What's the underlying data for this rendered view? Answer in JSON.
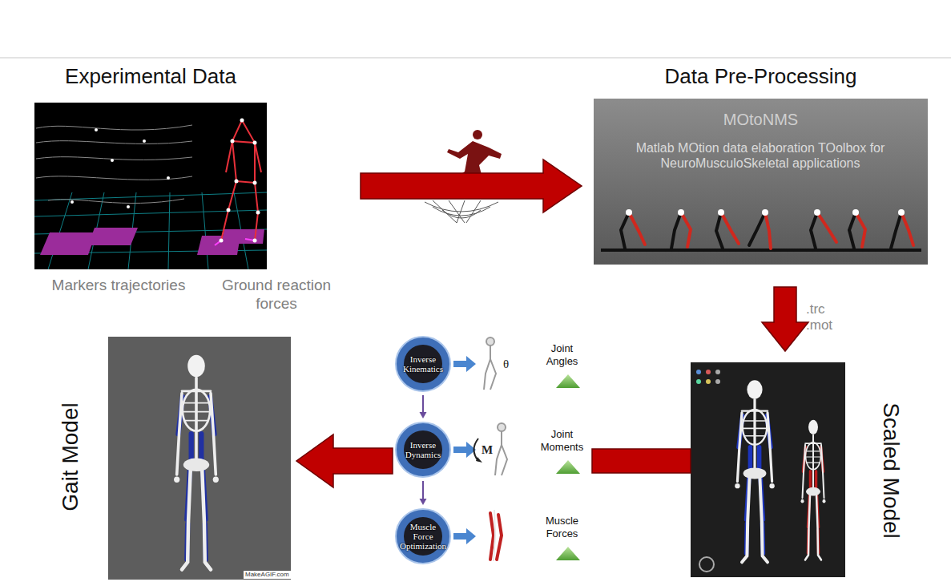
{
  "diagram": {
    "nodes": [
      {
        "text": [
          "Experimental Data",
          "Markers trajectories",
          "Ground reaction forces"
        ]
      },
      {
        "text": [
          "Data Pre-Processing",
          "MOtoNMS",
          "Matlab MOtion data elaboration TOolbox for NeuroMusculoSkeletal applications"
        ]
      },
      {
        "text": [
          "Scaled Model"
        ]
      },
      {
        "text": [
          "Inverse Kinematics",
          "Joint Angles"
        ]
      },
      {
        "text": [
          "Inverse Dynamics",
          "Joint Moments"
        ]
      },
      {
        "text": [
          "Muscle Force Optimization",
          "Muscle Forces"
        ]
      },
      {
        "text": [
          "Gait Model"
        ]
      }
    ],
    "edges": [
      {
        "from": 0,
        "to": 1,
        "arrow": "to"
      },
      {
        "from": 1,
        "to": 2,
        "label": ".trc .mot",
        "arrow": "to"
      },
      {
        "from": 2,
        "to": 4,
        "arrow": "none"
      },
      {
        "from": 4,
        "to": 6,
        "arrow": "to"
      },
      {
        "from": 3,
        "to": 4,
        "arrow": "to"
      },
      {
        "from": 4,
        "to": 5,
        "arrow": "to"
      }
    ],
    "labels": [
      "θ",
      "M",
      "MakeAGIF.com"
    ]
  }
}
